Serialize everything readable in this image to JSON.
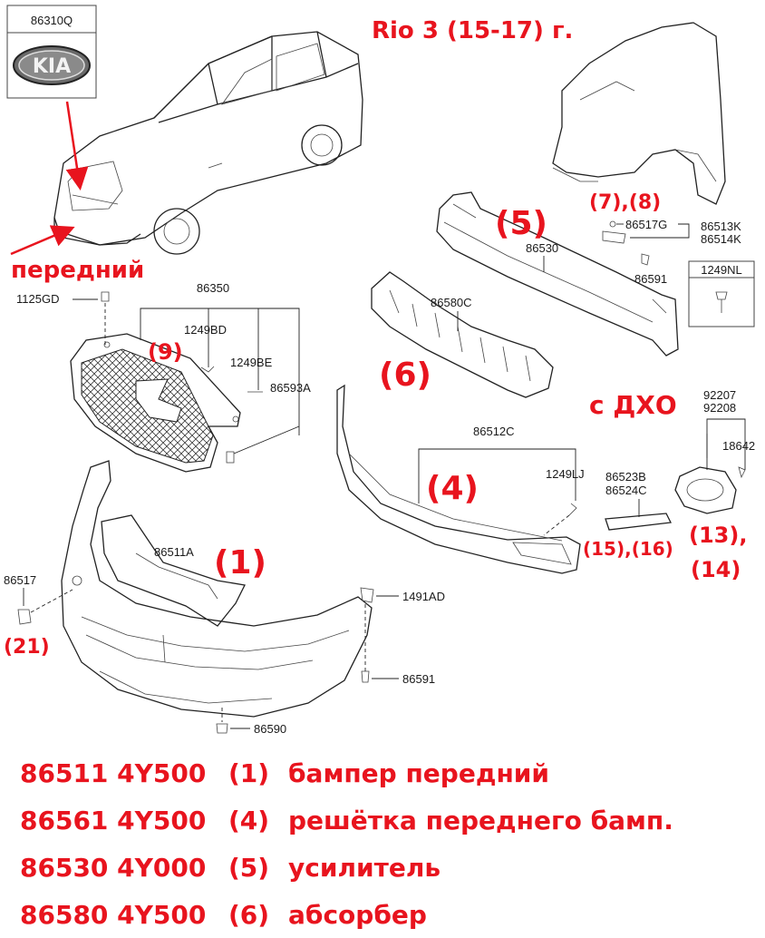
{
  "title": "Rio 3 (15-17) г.",
  "logo": {
    "part_number": "86310Q",
    "text": "KIA"
  },
  "labels": {
    "front": "передний",
    "drl": "с ДХО"
  },
  "callouts": {
    "c1": "(1)",
    "c4": "(4)",
    "c5": "(5)",
    "c6": "(6)",
    "c7_8": "(7),(8)",
    "c9": "(9)",
    "c13": "(13),",
    "c14": "(14)",
    "c15_16": "(15),(16)",
    "c21": "(21)"
  },
  "part_numbers": {
    "p86350": "86350",
    "p1125GD": "1125GD",
    "p1249BD": "1249BD",
    "p1249BE": "1249BE",
    "p86593A": "86593A",
    "p86511A": "86511A",
    "p86517": "86517",
    "p1491AD": "1491AD",
    "p86591_bot": "86591",
    "p86590": "86590",
    "p86512C": "86512C",
    "p1249LJ": "1249LJ",
    "p86523B": "86523B",
    "p86524C": "86524C",
    "p86580C": "86580C",
    "p86530": "86530",
    "p86517G": "86517G",
    "p86513K": "86513K",
    "p86514K": "86514K",
    "p86591_top": "86591",
    "p1249NL": "1249NL",
    "p92207": "92207",
    "p92208": "92208",
    "p18642": "18642"
  },
  "legend": [
    {
      "code": "86511 4Y500",
      "num": "(1)",
      "desc": "бампер передний"
    },
    {
      "code": "86561 4Y500",
      "num": "(4)",
      "desc": "решётка переднего бамп."
    },
    {
      "code": "86530 4Y000",
      "num": "(5)",
      "desc": "усилитель"
    },
    {
      "code": "86580 4Y500",
      "num": "(6)",
      "desc": "абсорбер"
    }
  ],
  "colors": {
    "accent": "#e8141e",
    "line": "#222222",
    "background": "#ffffff"
  }
}
